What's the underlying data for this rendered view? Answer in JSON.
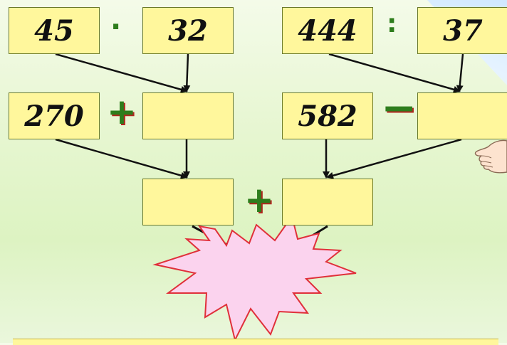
{
  "boxes": {
    "r1_a": "45",
    "r1_b": "32",
    "r1_c": "444",
    "r1_d": "37",
    "r2_a": "270",
    "r2_b": "",
    "r2_c": "582",
    "r2_d": "",
    "r3_a": "",
    "r3_b": ""
  },
  "operators": {
    "multiply": "·",
    "divide": ":",
    "plus_left": "+",
    "minus_right": "−",
    "plus_bottom": "+"
  },
  "colors": {
    "box_fill": "#fff79c",
    "operator": "#2e7d1c",
    "starburst_fill": "#fbd3ee",
    "starburst_stroke": "#e0303a"
  },
  "icons": {
    "pointing_hand": "pointing-hand-icon",
    "result_burst": "starburst-icon"
  }
}
